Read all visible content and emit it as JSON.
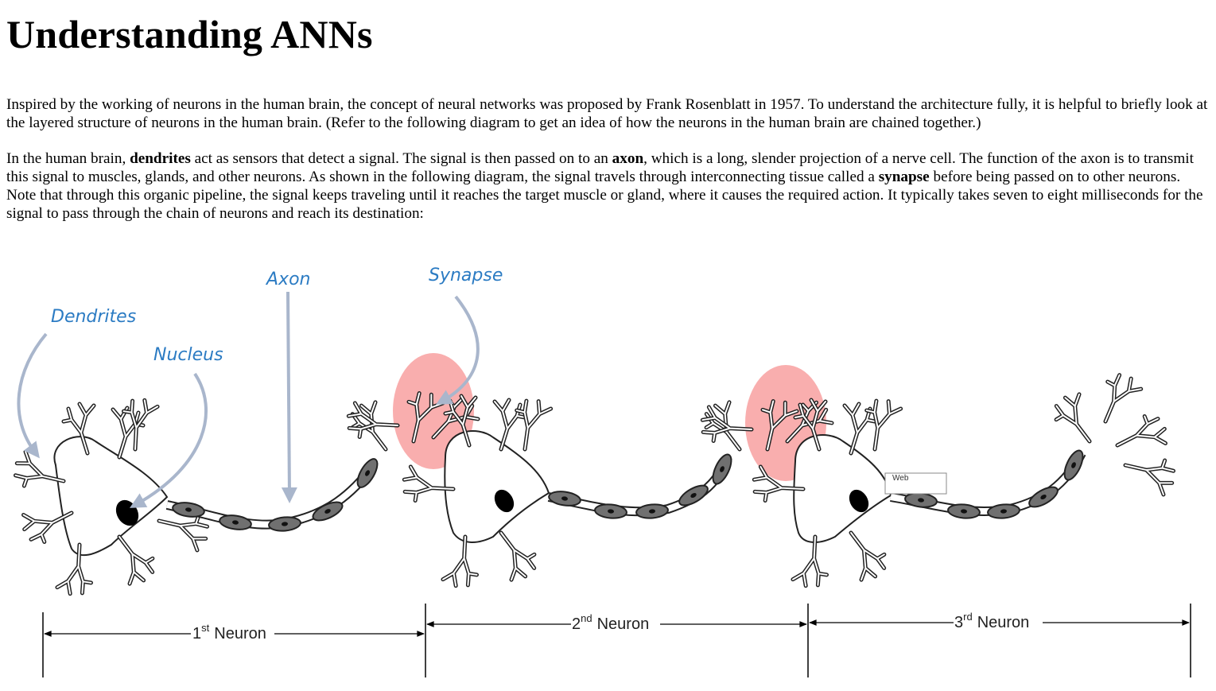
{
  "article": {
    "title": "Understanding ANNs",
    "p1": "Inspired by the working of neurons in the human brain, the concept of neural networks was proposed by Frank Rosenblatt in 1957. To understand the architecture fully, it is helpful to briefly look at the layered structure of neurons in the human brain. (Refer to the following diagram to get an idea of how the neurons in the human brain are chained together.)",
    "p2": {
      "t1": "In the human brain, ",
      "b1": "dendrites",
      "t2": " act as sensors that detect a signal. The signal is then passed on to an ",
      "b2": "axon",
      "t3": ", which is a long, slender projection of a nerve cell. The function of the axon is to transmit this signal to muscles, glands, and other neurons. As shown in the following diagram, the signal travels through interconnecting tissue called a ",
      "b3": "synapse",
      "t4": " before being passed on to other neurons. Note that through this organic pipeline, the signal keeps traveling until it reaches the target muscle or gland, where it causes the required action. It typically takes seven to eight milliseconds for the signal to pass through the chain of neurons and reach its destination:"
    }
  },
  "diagram": {
    "labels": {
      "dendrites": "Dendrites",
      "nucleus": "Nucleus",
      "axon": "Axon",
      "synapse": "Synapse"
    },
    "neurons": [
      {
        "num": "1",
        "sup": "st",
        "word": "Neuron"
      },
      {
        "num": "2",
        "sup": "nd",
        "word": "Neuron"
      },
      {
        "num": "3",
        "sup": "rd",
        "word": "Neuron"
      }
    ],
    "web_box_text": "Web",
    "colors": {
      "label_blue": "#2b7bc3",
      "arrow_gray_blue": "#a9b6cc",
      "synapse_pink": "#f79a9a",
      "axon_segment": "#6b6b6b"
    }
  }
}
